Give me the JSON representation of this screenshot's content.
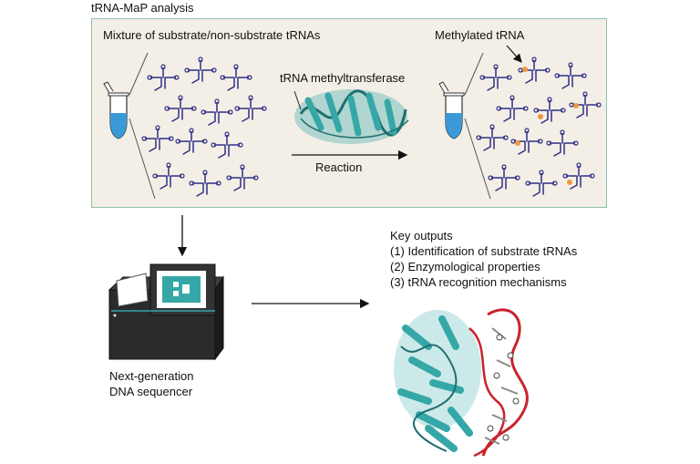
{
  "header": {
    "title": "tRNA-MaP analysis"
  },
  "panel": {
    "mixture_label": "Mixture of substrate/non-substrate tRNAs",
    "enzyme_label": "tRNA methyltransferase",
    "reaction_label": "Reaction",
    "methylated_label": "Methylated tRNA"
  },
  "outputs": {
    "heading": "Key outputs",
    "items": [
      "(1) Identification of substrate tRNAs",
      "(2) Enzymological properties",
      "(3) tRNA recognition mechanisms"
    ]
  },
  "sequencer": {
    "label_line1": "Next-generation",
    "label_line2": "DNA sequencer"
  },
  "colors": {
    "trna": "#2f2f86",
    "protein": "#35a7a7",
    "methyl_mark": "#f09a3e",
    "rna_backbone": "#c9232b",
    "panel_bg": "#f4efe6",
    "panel_border": "#8fbfae",
    "tube_liquid": "#3a9ad8"
  }
}
